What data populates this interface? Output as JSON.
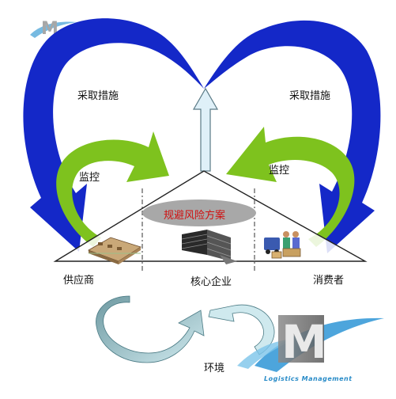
{
  "labels": {
    "measures_left": "采取措施",
    "measures_right": "采取措施",
    "monitor_left": "监控",
    "monitor_right": "监控",
    "risk_plan": "规避风险方案",
    "supplier": "供应商",
    "core_enterprise": "核心企业",
    "consumer": "消费者",
    "environment": "环境"
  },
  "watermark": {
    "logo_letter": "M",
    "caption": "Logistics Management"
  },
  "colors": {
    "blue_arrow": "#1428c8",
    "green_arrow": "#7ec21e",
    "up_arrow_fill": "#dff0f8",
    "ellipse": "#a8a8a8",
    "risk_text": "#d01010",
    "env_arrow": "#9ecad0",
    "watermark": "#2a8cc8"
  }
}
